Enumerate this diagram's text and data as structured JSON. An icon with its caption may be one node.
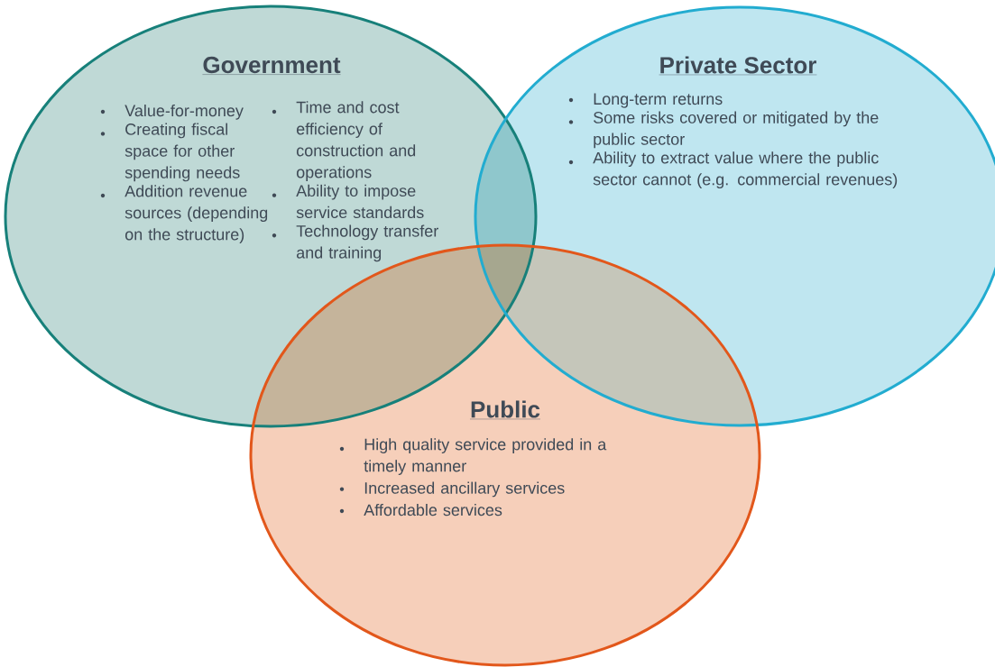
{
  "diagram": {
    "nodes": [
      {
        "text": [
          "Government",
          "Value-for-money",
          "Creating fiscal space for other spending needs",
          "Addition revenue sources (depending on the structure)",
          "Time and cost efficiency of construction and operations",
          "Ability to impose service standards",
          "Technology transfer and training"
        ]
      },
      {
        "text": [
          "Private Sector",
          "Long-term returns",
          "Some risks covered or mitigated by the public sector",
          "Ability to extract value where the public sector cannot (e.g. commercial revenues)"
        ]
      },
      {
        "text": [
          "Public",
          "High quality service provided in a timely manner",
          "Increased ancillary services",
          "Affordable services"
        ]
      }
    ]
  }
}
